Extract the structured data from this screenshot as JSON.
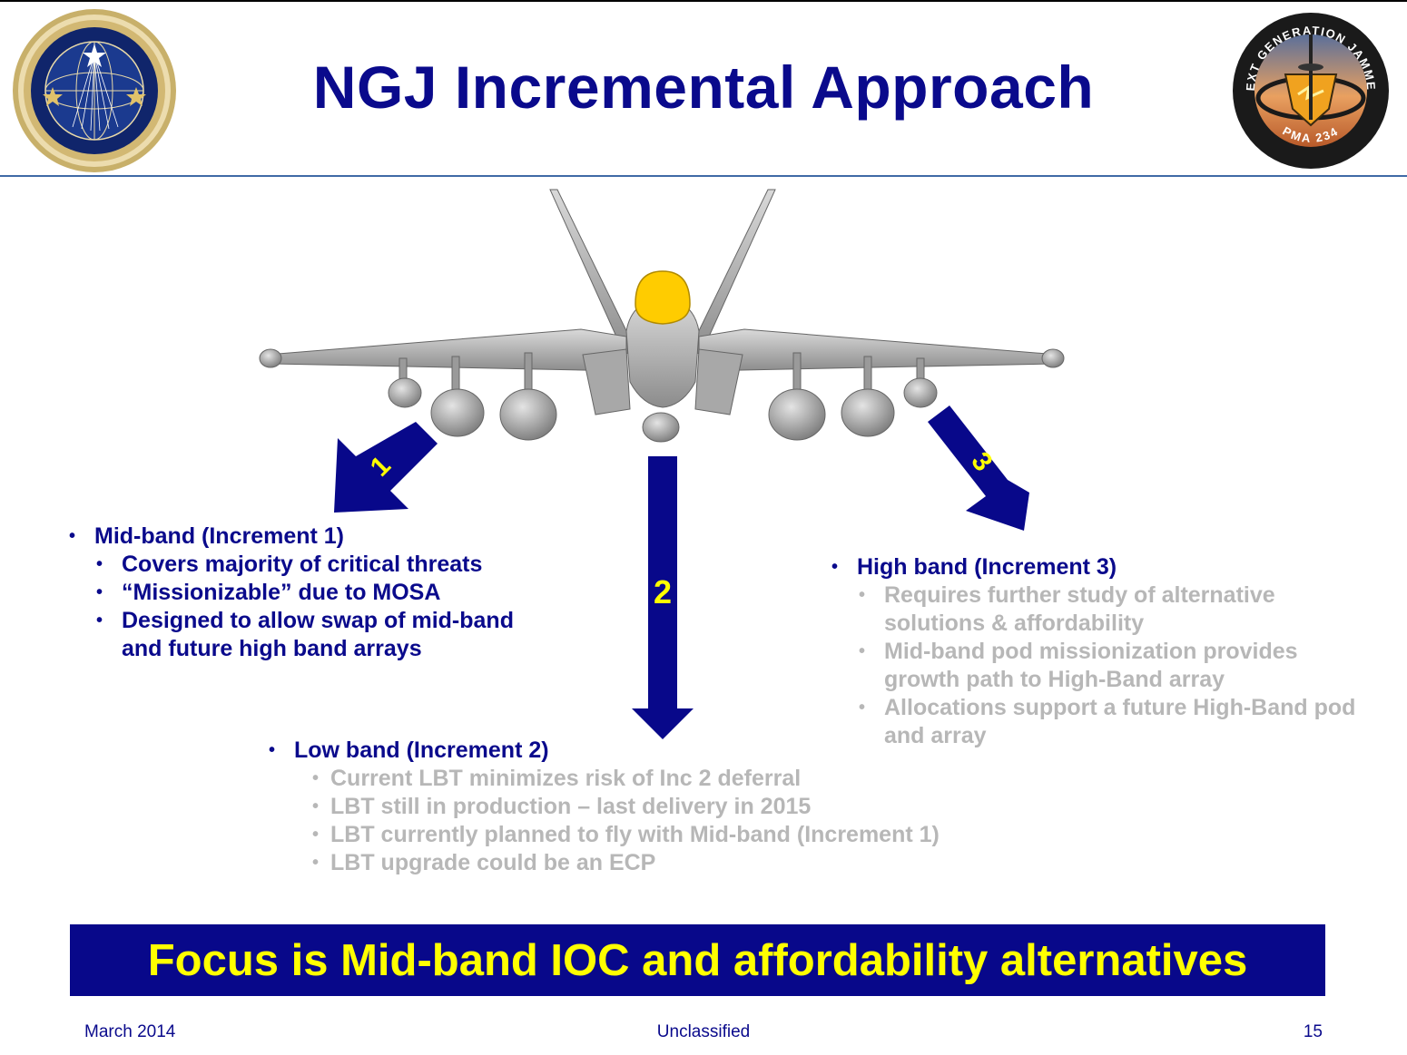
{
  "header": {
    "title": "NGJ Incremental Approach",
    "right_logo_top_text": "NEXT GENERATION JAMMER",
    "right_logo_bottom_text": "PMA 234"
  },
  "arrows": {
    "inc1_label": "1",
    "inc2_label": "2",
    "inc3_label": "3",
    "fill_color": "#08088a",
    "label_color": "#ffff00"
  },
  "increment1": {
    "heading": "Mid-band (Increment 1)",
    "bullets": [
      "Covers majority of critical threats",
      "“Missionizable” due to MOSA",
      "Designed to allow swap of mid-band and future high band arrays"
    ]
  },
  "increment2": {
    "heading": "Low band (Increment 2)",
    "bullets": [
      "Current LBT minimizes risk of Inc 2 deferral",
      "LBT still in production – last delivery in 2015",
      "LBT currently planned to fly with Mid-band (Increment 1)",
      "LBT upgrade could be an ECP"
    ]
  },
  "increment3": {
    "heading": "High band (Increment 3)",
    "bullets": [
      "Requires further study of alternative solutions & affordability",
      "Mid-band pod missionization provides growth path to High-Band array",
      "Allocations support a future High-Band pod and array"
    ]
  },
  "banner": {
    "text": "Focus is Mid-band IOC and affordability alternatives"
  },
  "footer": {
    "date": "March 2014",
    "classification": "Unclassified",
    "page": "15"
  },
  "colors": {
    "title": "#0a0a8c",
    "banner_bg": "#08088a",
    "banner_text": "#ffff00",
    "muted_text": "#b7b7b7",
    "canopy": "#ffcc00"
  }
}
